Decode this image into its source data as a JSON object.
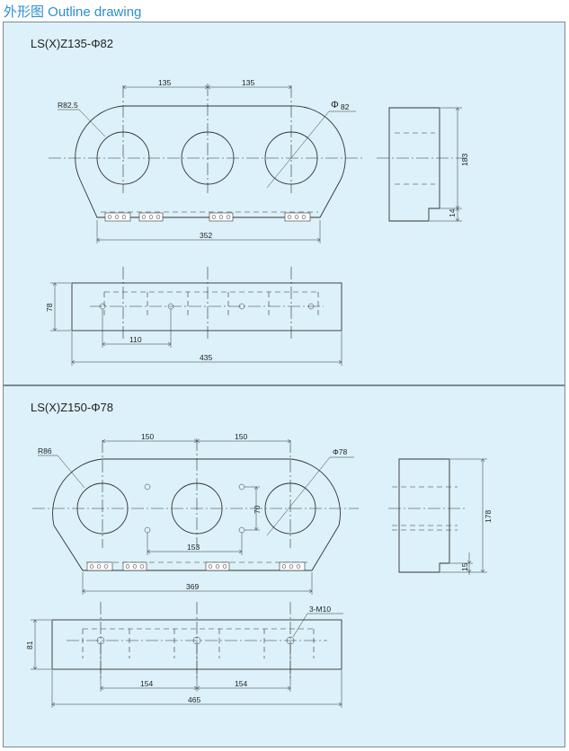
{
  "heading": "外形图 Outline drawing",
  "drawings": [
    {
      "model": "LS(X)Z135-Φ82",
      "labels": {
        "pitch_a": "135",
        "pitch_b": "135",
        "radius": "R82.5",
        "diameter_symbol": "Φ",
        "diameter_value": "82",
        "width": "352",
        "height": "183",
        "base": "14",
        "depth": "78",
        "hole_pitch": "110",
        "length": "435"
      }
    },
    {
      "model": "LS(X)Z150-Φ78",
      "labels": {
        "pitch_a": "150",
        "pitch_b": "150",
        "radius": "R86",
        "diameter": "Φ78",
        "hole_v": "70",
        "hole_h": "153",
        "width": "369",
        "height": "178",
        "base": "15",
        "depth": "81",
        "thread": "3-M10",
        "hole_pitch_a": "154",
        "hole_pitch_b": "154",
        "length": "465"
      }
    }
  ]
}
